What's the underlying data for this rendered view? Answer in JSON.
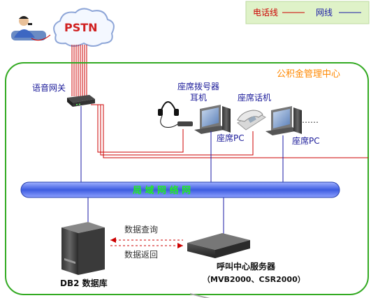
{
  "legend": {
    "phone_line": "电话线",
    "net_line": "网线",
    "colors": {
      "phone": "#cc0000",
      "net": "#1a1aa6",
      "legend_bg": "#dff2c8",
      "frame": "#33aa22",
      "bus": "#3355cc",
      "center_title": "#ff8800"
    }
  },
  "pstn": {
    "label": "PSTN"
  },
  "center": {
    "title": "公积金管理中心"
  },
  "gateway": {
    "label": "语音网关"
  },
  "headset": {
    "label_line1": "座席拨号器",
    "label_line2": "耳机"
  },
  "desk_phone": {
    "label": "座席话机"
  },
  "agent_pc_1": {
    "label": "座席PC"
  },
  "agent_pc_2": {
    "label": "座席PC"
  },
  "more": {
    "label": "……"
  },
  "lan": {
    "label": "局 域 网 络 网"
  },
  "flows": {
    "query": "数据查询",
    "return": "数据返回"
  },
  "db": {
    "label": "DB2 数据库"
  },
  "server": {
    "label": "呼叫中心服务器",
    "model": "（MVB2000、CSR2000）"
  }
}
